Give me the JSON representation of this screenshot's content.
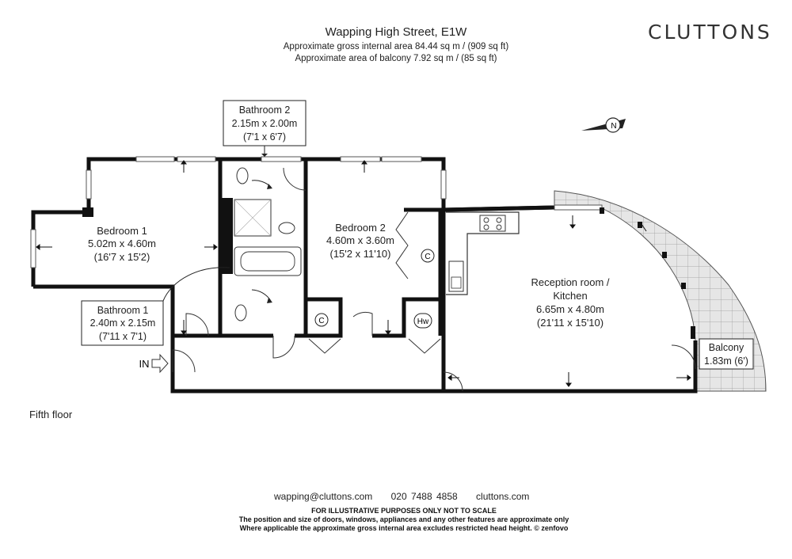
{
  "header": {
    "title": "Wapping High Street, E1W",
    "gross_area": "Approximate gross internal area 84.44 sq m / (909 sq ft)",
    "balcony_area": "Approximate area of balcony 7.92 sq m / (85 sq ft)"
  },
  "brand": "CLUTTONS",
  "floor_label": "Fifth floor",
  "compass_letter": "N",
  "entrance_label": "IN",
  "rooms": {
    "bedroom1": {
      "name": "Bedroom 1",
      "metric": "5.02m x 4.60m",
      "imperial": "(16'7 x 15'2)"
    },
    "bedroom2": {
      "name": "Bedroom 2",
      "metric": "4.60m x 3.60m",
      "imperial": "(15'2 x 11'10)"
    },
    "bathroom1": {
      "name": "Bathroom 1",
      "metric": "2.40m x 2.15m",
      "imperial": "(7'11 x 7'1)"
    },
    "bathroom2": {
      "name": "Bathroom 2",
      "metric": "2.15m x 2.00m",
      "imperial": "(7'1 x 6'7)"
    },
    "reception": {
      "name1": "Reception room /",
      "name2": "Kitchen",
      "metric": "6.65m x 4.80m",
      "imperial": "(21'11 x 15'10)"
    },
    "balcony": {
      "name": "Balcony",
      "size": "1.83m (6')"
    }
  },
  "fixtures": {
    "cupboard": "C",
    "hot_water": "Hw"
  },
  "contact": {
    "email": "wapping@cluttons.com",
    "phone": "020 7488 4858",
    "web": "cluttons.com"
  },
  "disclaimer": {
    "line1": "FOR ILLUSTRATIVE PURPOSES ONLY NOT TO SCALE",
    "line2": "The position and size of doors, windows, appliances and any other features are approximate only",
    "line3": "Where applicable the approximate gross internal area excludes restricted head height. © zenfovo"
  }
}
